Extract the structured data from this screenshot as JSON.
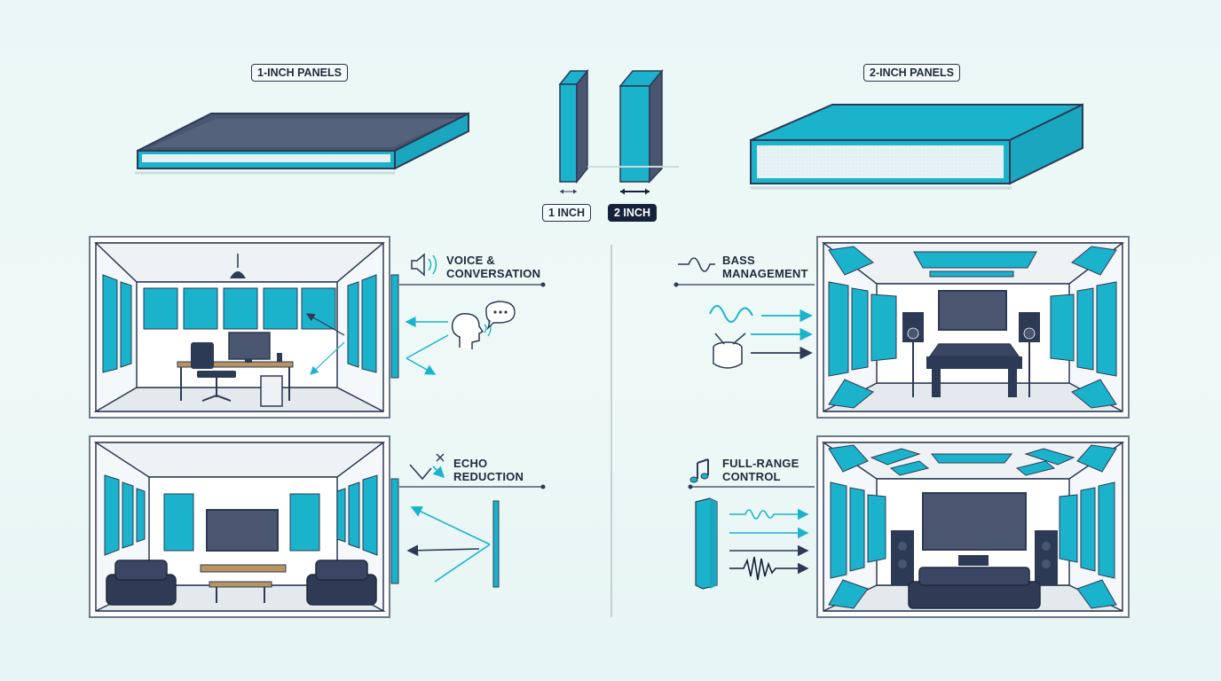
{
  "colors": {
    "teal": "#1bb3cc",
    "navy": "#2c3a55",
    "bg": "#eaf7f6",
    "panel_dark": "#4a5670"
  },
  "left_header": "1-INCH PANELS",
  "right_header": "2-INCH PANELS",
  "thickness_1": "1 INCH",
  "thickness_2": "2 INCH",
  "scenarios": {
    "voice": {
      "line1": "VOICE &",
      "line2": "CONVERSATION",
      "icon": "speaker-icon"
    },
    "echo": {
      "line1": "ECHO",
      "line2": "REDUCTION",
      "icon": "echo-bounce-icon"
    },
    "bass": {
      "line1": "BASS",
      "line2": "MANAGEMENT",
      "icon": "low-wave-icon"
    },
    "fullrange": {
      "line1": "FULL-RANGE",
      "line2": "CONTROL",
      "icon": "music-note-icon"
    }
  }
}
